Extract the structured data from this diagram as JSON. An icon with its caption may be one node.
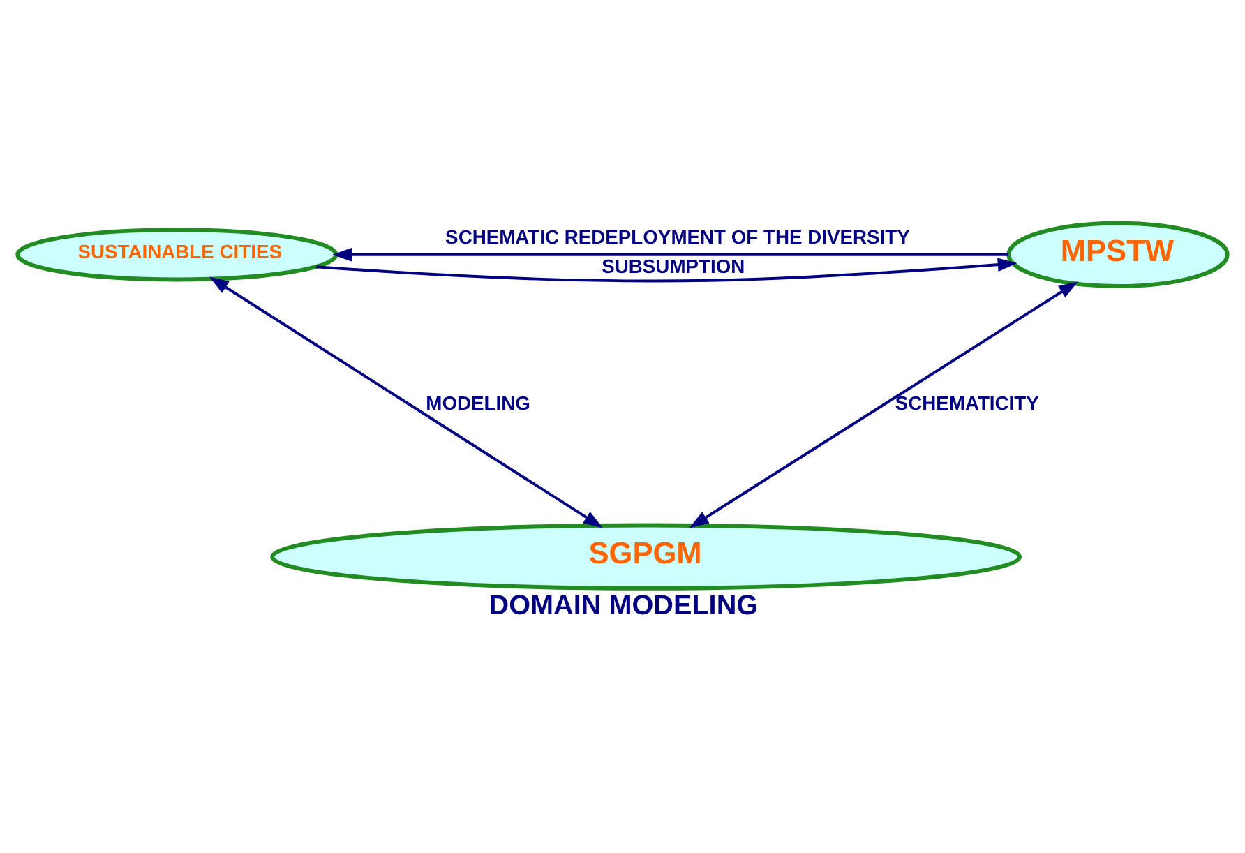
{
  "diagram": {
    "caption": "DOMAIN MODELING",
    "nodes": [
      {
        "text": [
          "SUSTAINABLE CITIES"
        ]
      },
      {
        "text": [
          "MPSTW"
        ]
      },
      {
        "text": [
          "SGPGM"
        ]
      }
    ],
    "edges": [
      {
        "from": 0,
        "to": 1,
        "arrow": "to",
        "label": "SUBSUMPTION"
      },
      {
        "from": 1,
        "to": 0,
        "arrow": "to",
        "label": "SCHEMATIC REDEPLOYMENT OF THE DIVERSITY"
      },
      {
        "from": 0,
        "to": 2,
        "arrow": "both",
        "label": "MODELING"
      },
      {
        "from": 1,
        "to": 2,
        "arrow": "both",
        "label": "SCHEMATICITY"
      }
    ]
  }
}
